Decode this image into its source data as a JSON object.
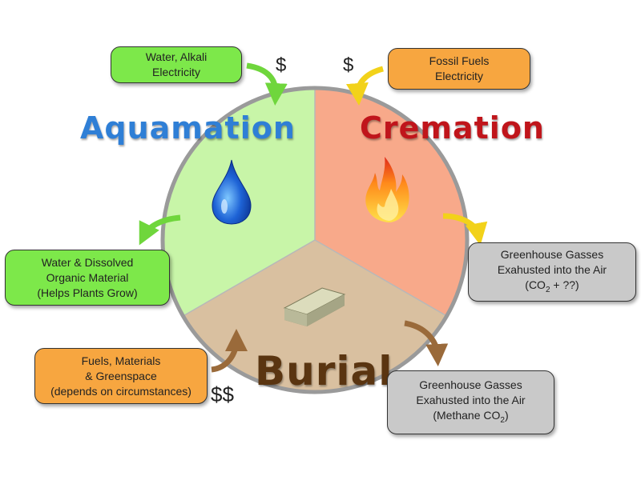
{
  "methods": {
    "aquamation": "Aquamation",
    "cremation": "Cremation",
    "burial": "Burial"
  },
  "inputs": {
    "aquamation": {
      "line1": "Water, Alkali",
      "line2": "Electricity",
      "cost": "$"
    },
    "cremation": {
      "line1": "Fossil Fuels",
      "line2": "Electricity",
      "cost": "$"
    },
    "burial": {
      "line1": "Fuels, Materials",
      "line2": "& Greenspace",
      "line3": "(depends on circumstances)",
      "cost": "$$"
    }
  },
  "outputs": {
    "aquamation": {
      "line1": "Water & Dissolved",
      "line2": "Organic Material",
      "line3": "(Helps Plants Grow)"
    },
    "cremation": {
      "line1": "Greenhouse Gasses",
      "line2": "Exahusted into the Air",
      "line3_pre": "(CO",
      "line3_sub": "2",
      "line3_post": " + ??)"
    },
    "burial": {
      "line1": "Greenhouse Gasses",
      "line2": "Exahusted into the Air",
      "line3_pre": "(Methane CO",
      "line3_sub": "2",
      "line3_post": ")"
    }
  },
  "colors": {
    "aquamation_sector": "#c8f5a8",
    "cremation_sector": "#f8a98a",
    "burial_sector": "#d9c0a0",
    "circle_border": "#9a9a9a",
    "arrow_green": "#6fd63c",
    "arrow_yellow": "#f2d21a",
    "arrow_brown": "#9a6a3a"
  },
  "icons": {
    "aquamation": "water-drop-icon",
    "cremation": "flame-icon",
    "burial": "coffin-icon"
  }
}
